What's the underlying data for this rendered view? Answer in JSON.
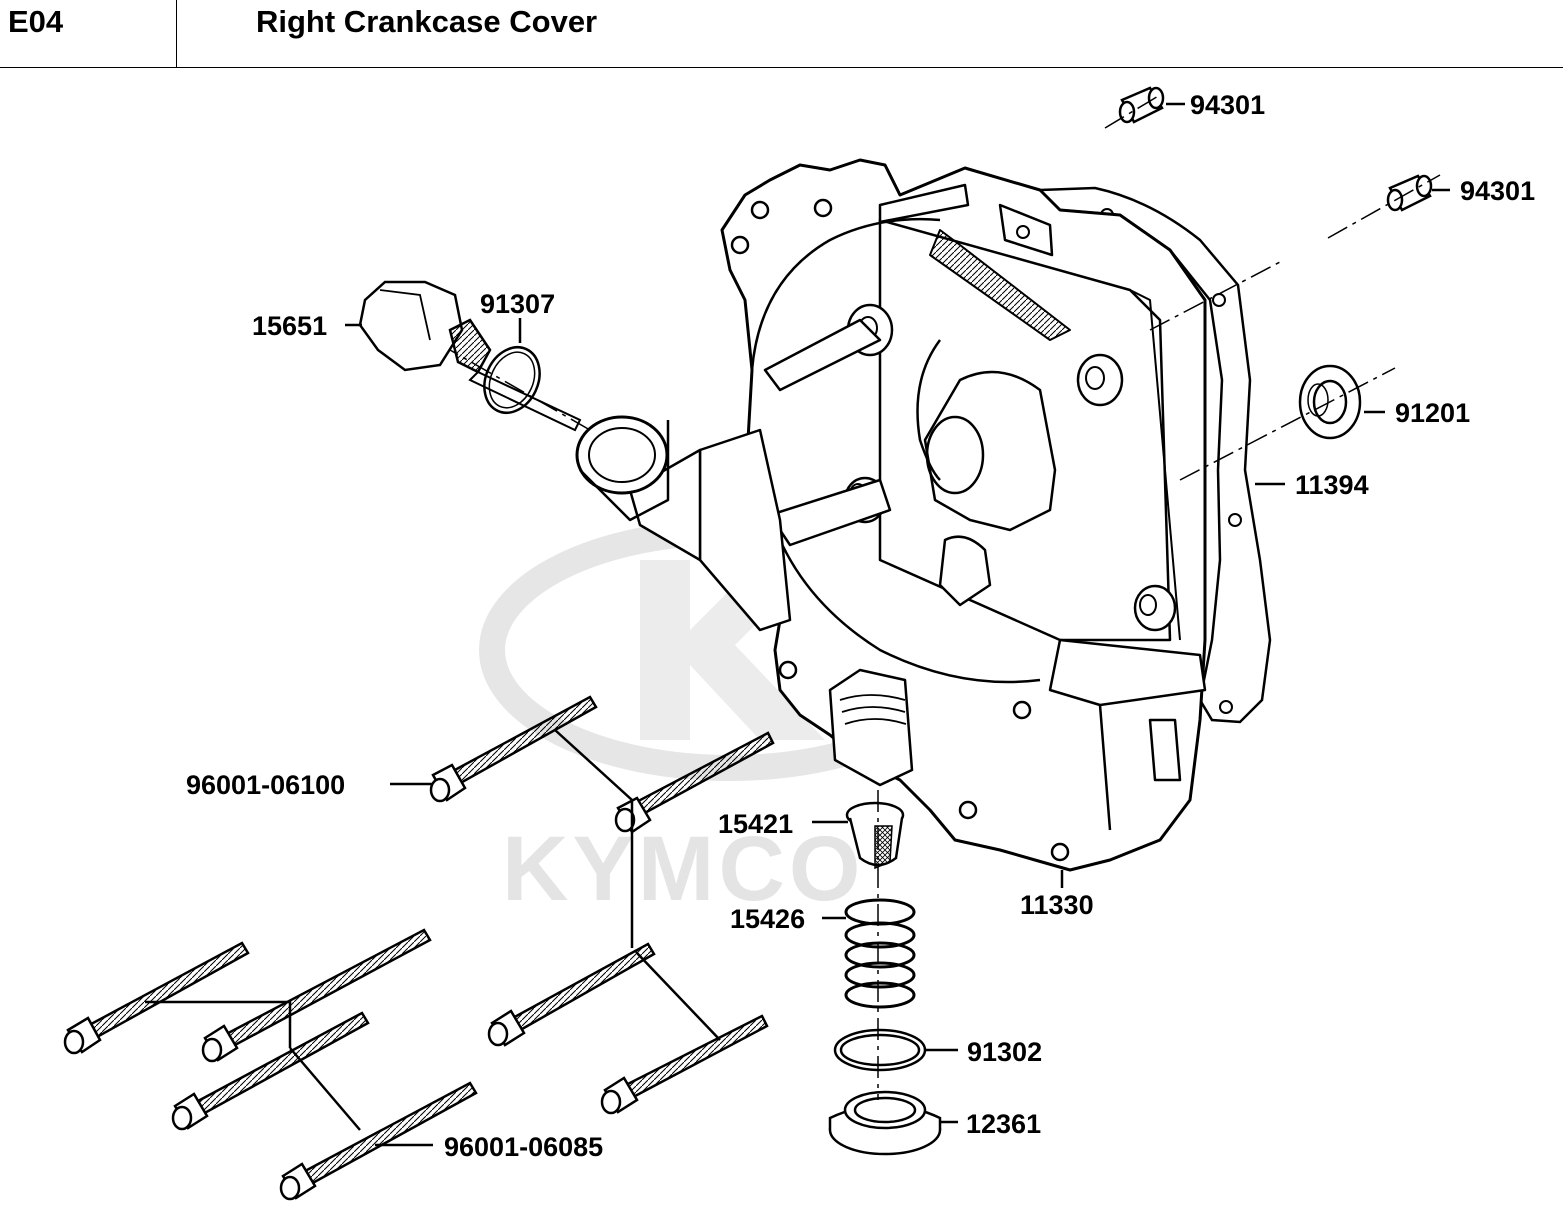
{
  "header": {
    "code": "E04",
    "title": "Right Crankcase Cover"
  },
  "watermark": {
    "text": "KYMCO",
    "color": "#e4e4e4"
  },
  "callouts": {
    "c94301_top": "94301",
    "c94301_right": "94301",
    "c15651": "15651",
    "c91307": "91307",
    "c91201": "91201",
    "c11394": "11394",
    "c96001_06100": "96001-06100",
    "c15421": "15421",
    "c11330": "11330",
    "c15426": "15426",
    "c91302": "91302",
    "c12361": "12361",
    "c96001_06085": "96001-06085"
  }
}
